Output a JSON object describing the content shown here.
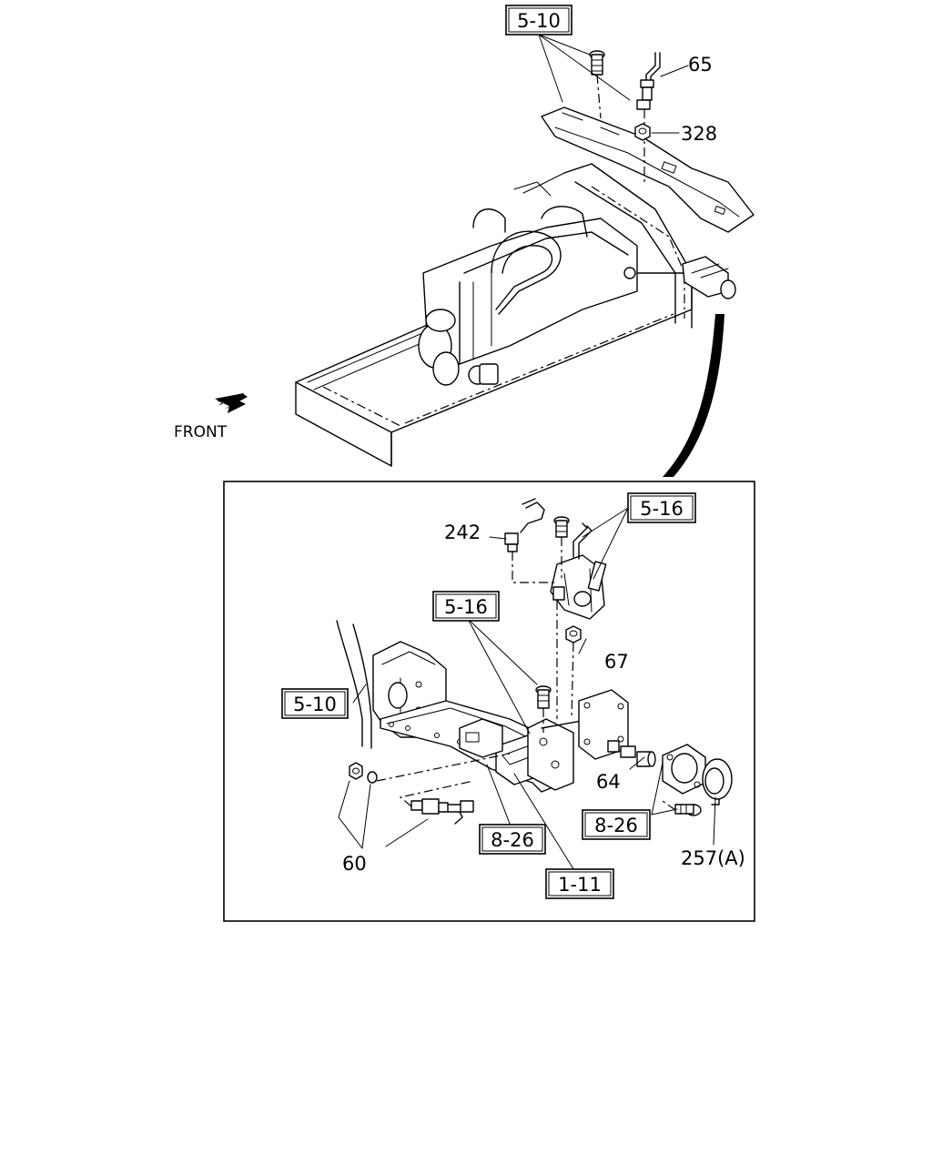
{
  "front_label": "FRONT",
  "boxed_refs": {
    "ref_top_510": "5-10",
    "ref_516_right": "5-16",
    "ref_516_mid": "5-16",
    "ref_510_left": "5-10",
    "ref_826_left": "8-26",
    "ref_826_right": "8-26",
    "ref_111": "1-11"
  },
  "callouts": {
    "part_65": "65",
    "part_328": "328",
    "part_242": "242",
    "part_67": "67",
    "part_64": "64",
    "part_60": "60",
    "part_257a": "257(A)"
  }
}
